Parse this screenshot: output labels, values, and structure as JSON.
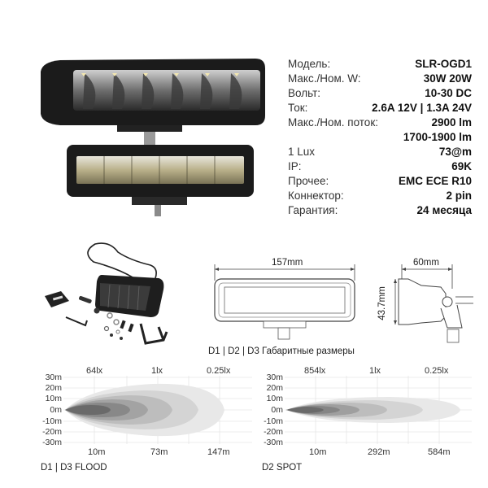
{
  "specs": [
    {
      "label": "Модель:",
      "value": "SLR-OGD1"
    },
    {
      "label": "Макс./Ном. W:",
      "value": "30W 20W"
    },
    {
      "label": "Вольт:",
      "value": "10-30 DC"
    },
    {
      "label": "Ток:",
      "value": "2.6A 12V | 1.3A 24V"
    },
    {
      "label": "Макс./Ном. поток:",
      "value": "2900 lm"
    },
    {
      "label": "",
      "value": "1700-1900 lm"
    },
    {
      "label": "1 Lux",
      "value": "73@m"
    },
    {
      "label": "IP:",
      "value": "69K"
    },
    {
      "label": "Прочее:",
      "value": "EMC ECE R10"
    },
    {
      "label": "Коннектор:",
      "value": "2 pin"
    },
    {
      "label": "Гарантия:",
      "value": "24 месяца"
    }
  ],
  "dimensions": {
    "width_label": "157mm",
    "depth_label": "60mm",
    "height_label": "43.7mm",
    "caption": "D1 | D2 | D3 Габаритные размеры"
  },
  "chart_data": [
    {
      "type": "area",
      "title": "D1 | D3 FLOOD",
      "y_ticks": [
        "30m",
        "20m",
        "10m",
        "0m",
        "-10m",
        "-20m",
        "-30m"
      ],
      "ylim": [
        -30,
        30
      ],
      "lux_labels": [
        "64lx",
        "1lx",
        "0.25lx"
      ],
      "distance_labels": [
        "10m",
        "73m",
        "147m"
      ],
      "grid": true,
      "beam_contours": [
        {
          "lux": "64lx",
          "distance_m": 10,
          "half_width_m": 4
        },
        {
          "lux": "",
          "distance_m": 30,
          "half_width_m": 8
        },
        {
          "lux": "",
          "distance_m": 50,
          "half_width_m": 13
        },
        {
          "lux": "",
          "distance_m": 73,
          "half_width_m": 17
        },
        {
          "lux": "1lx",
          "distance_m": 95,
          "half_width_m": 21
        },
        {
          "lux": "0.25lx",
          "distance_m": 147,
          "half_width_m": 27
        }
      ]
    },
    {
      "type": "area",
      "title": "D2 SPOT",
      "y_ticks": [
        "30m",
        "20m",
        "10m",
        "0m",
        "-10m",
        "-20m",
        "-30m"
      ],
      "ylim": [
        -30,
        30
      ],
      "lux_labels": [
        "854lx",
        "1lx",
        "0.25lx"
      ],
      "distance_labels": [
        "10m",
        "292m",
        "584m"
      ],
      "grid": true,
      "beam_contours": [
        {
          "lux": "854lx",
          "distance_m": 10,
          "half_width_m": 2
        },
        {
          "lux": "",
          "distance_m": 80,
          "half_width_m": 4
        },
        {
          "lux": "",
          "distance_m": 180,
          "half_width_m": 6
        },
        {
          "lux": "",
          "distance_m": 292,
          "half_width_m": 8
        },
        {
          "lux": "1lx",
          "distance_m": 400,
          "half_width_m": 8
        },
        {
          "lux": "0.25lx",
          "distance_m": 584,
          "half_width_m": 12
        }
      ]
    }
  ]
}
